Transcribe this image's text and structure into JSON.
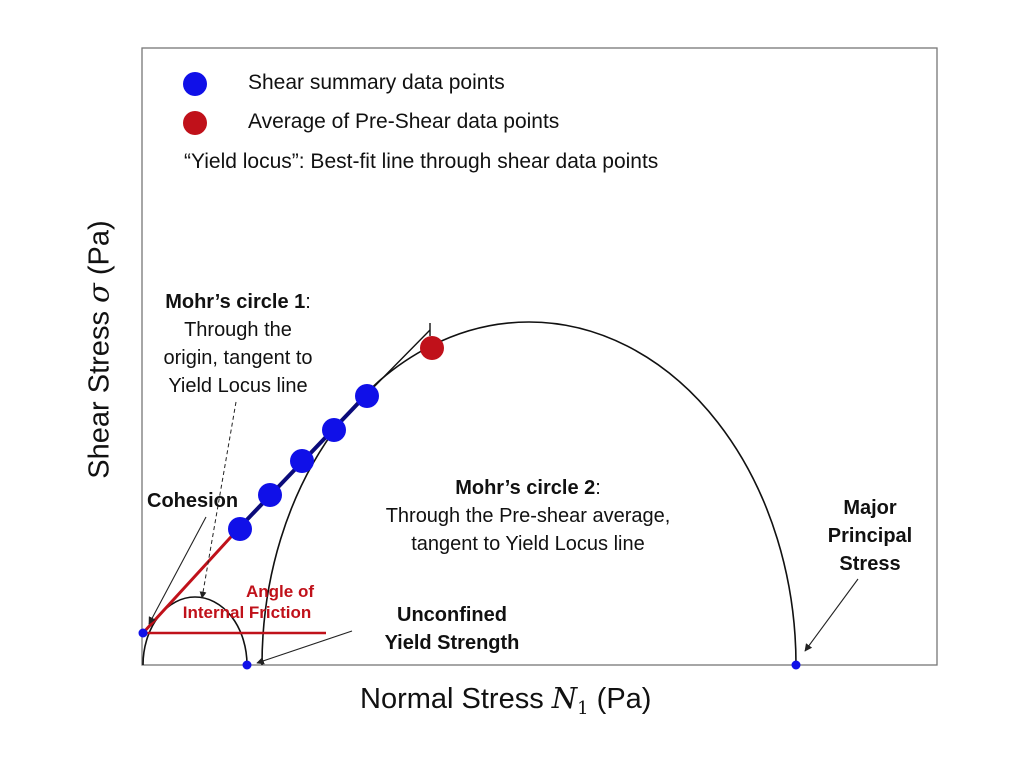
{
  "legend": {
    "items": [
      {
        "label": "Shear summary data points",
        "color": "#1010e8"
      },
      {
        "label": "Average of Pre-Shear data points",
        "color": "#c0111a"
      }
    ],
    "note": "“Yield locus”: Best-fit line through shear data points"
  },
  "axes": {
    "y_label": "Shear Stress",
    "y_symbol": "σ",
    "y_unit": "(Pa)",
    "x_label": "Normal Stress",
    "x_symbol": "N",
    "x_subscript": "1",
    "x_unit": "(Pa)"
  },
  "annotations": {
    "mohr1_title": "Mohr’s circle 1",
    "mohr1_lines": [
      "Through the",
      "origin, tangent to",
      "Yield Locus line"
    ],
    "mohr2_title": "Mohr’s circle 2",
    "mohr2_lines": [
      "Through the Pre-shear average,",
      "tangent to Yield Locus line"
    ],
    "cohesion": "Cohesion",
    "angle_lines": [
      "Angle of",
      "Internal Friction"
    ],
    "unconfined_lines": [
      "Unconfined",
      "Yield Strength"
    ],
    "major_lines": [
      "Major",
      "Principal",
      "Stress"
    ]
  },
  "colors": {
    "shear_points": "#1010e8",
    "preshear_point": "#c0111a",
    "yield_locus": "#0b0b7a",
    "extension": "#c0111a",
    "circle": "#111111"
  },
  "icons": [
    "blue-circle-marker-icon",
    "red-circle-marker-icon",
    "arrow-icon"
  ]
}
